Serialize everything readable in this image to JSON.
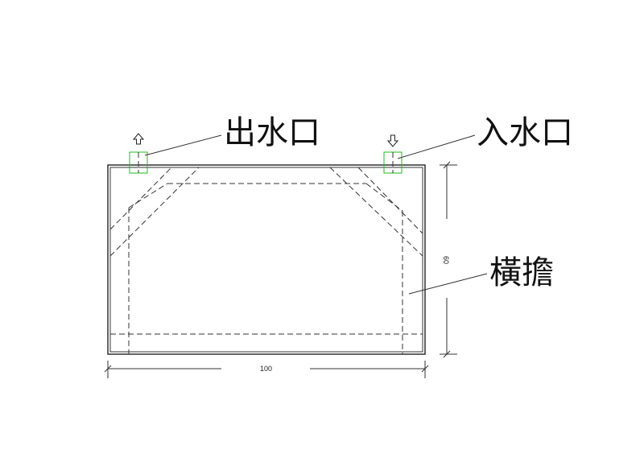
{
  "labels": {
    "outlet": "出水口",
    "inlet": "入水口",
    "crossbeam": "橫擔"
  },
  "dimensions": {
    "width": "100",
    "height": "60"
  },
  "icons": {
    "outlet_arrow": "arrow-up-icon",
    "inlet_arrow": "arrow-down-icon"
  },
  "colors": {
    "port_marker": "#22bb22",
    "lines": "#333333"
  }
}
